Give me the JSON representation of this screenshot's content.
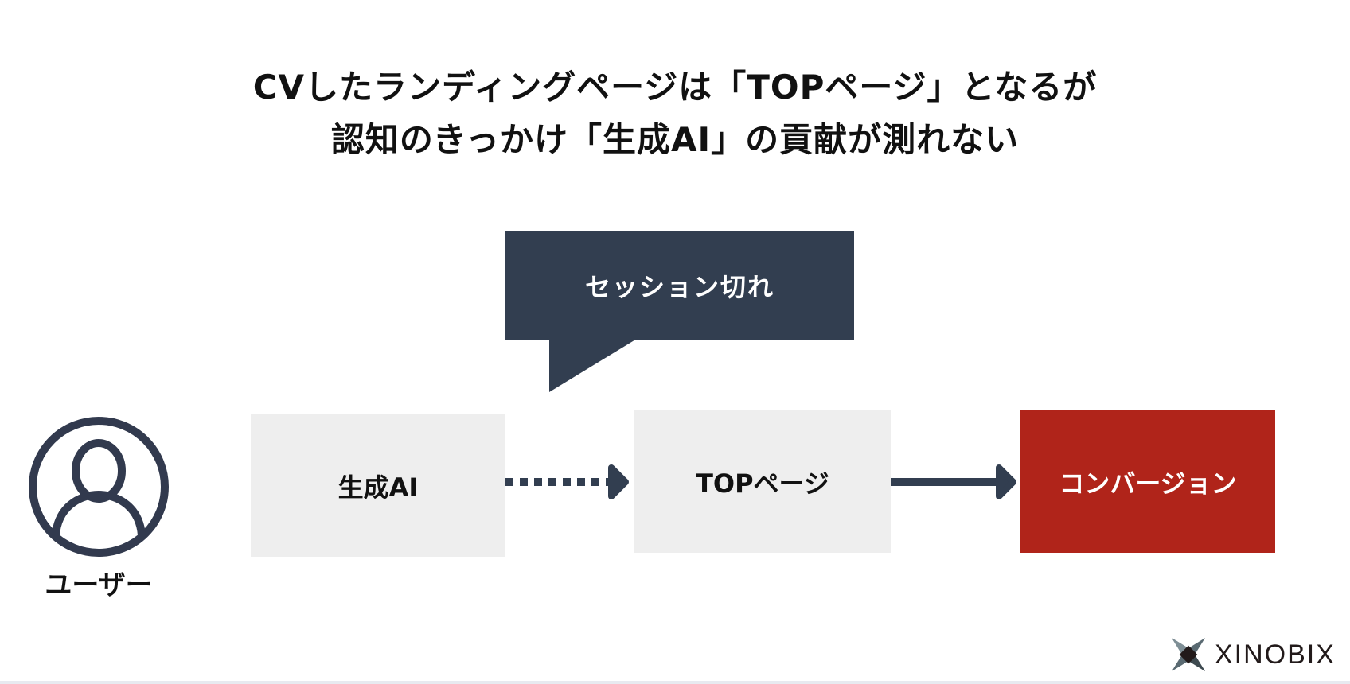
{
  "title": {
    "line1": "CVしたランディングページは「TOPページ」となるが",
    "line2": "認知のきっかけ「生成AI」の貢献が測れない"
  },
  "callout": {
    "text": "セッション切れ"
  },
  "user": {
    "label": "ユーザー",
    "icon": "user-icon"
  },
  "flow": {
    "source": "生成AI",
    "landing": "TOPページ",
    "conversion": "コンバージョン"
  },
  "logo": {
    "text": "XINOBIX"
  },
  "colors": {
    "dark": "#323e50",
    "box": "#eeeeee",
    "accent": "#b0241a"
  }
}
